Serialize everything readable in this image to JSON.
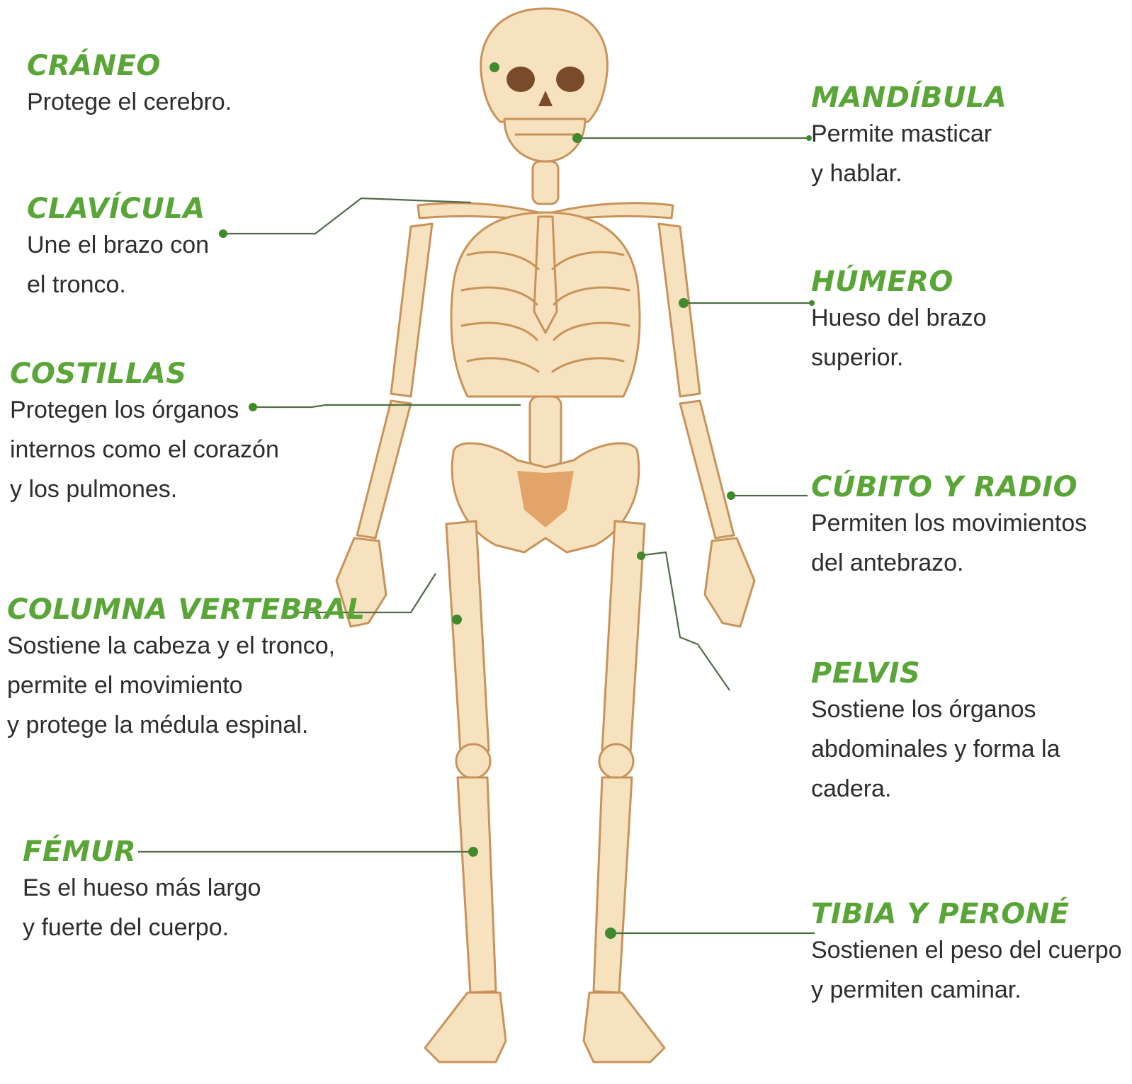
{
  "colors": {
    "accent": "#5aa537",
    "leader": "#4f6b45",
    "bone_fill": "#f7e2bf",
    "bone_stroke": "#c8935a",
    "eye_socket": "#7b4a2a",
    "text": "#2d2d2d"
  },
  "labels": {
    "craneo": {
      "title": "CRÁNEO",
      "lines": [
        "Protege el cerebro."
      ]
    },
    "clavicula": {
      "title": "CLAVÍCULA",
      "lines": [
        "Une el brazo con",
        "el tronco."
      ]
    },
    "costillas": {
      "title": "COSTILLAS",
      "lines": [
        "Protegen los órganos",
        "internos como el corazón",
        "y los pulmones."
      ]
    },
    "columna": {
      "title": "COLUMNA VERTEBRAL",
      "lines": [
        "Sostiene la cabeza y el tronco,",
        "permite el movimiento",
        "y protege la médula espinal."
      ]
    },
    "femur": {
      "title": "FÉMUR",
      "lines": [
        "Es el hueso más largo",
        "y fuerte del cuerpo."
      ]
    },
    "mandibula": {
      "title": "MANDÍBULA",
      "lines": [
        "Permite masticar",
        "y hablar."
      ]
    },
    "humero": {
      "title": "HÚMERO",
      "lines": [
        "Hueso del brazo",
        "superior."
      ]
    },
    "cubito": {
      "title": "CÚBITO Y RADIO",
      "lines": [
        "Permiten los movimientos",
        "del antebrazo."
      ]
    },
    "pelvis": {
      "title": "PELVIS",
      "lines": [
        "Sostiene los órganos",
        "abdominales y forma la",
        "cadera."
      ]
    },
    "tibia": {
      "title": "TIBIA Y PERONÉ",
      "lines": [
        "Sostienen el peso del cuerpo",
        "y permiten caminar."
      ]
    }
  }
}
